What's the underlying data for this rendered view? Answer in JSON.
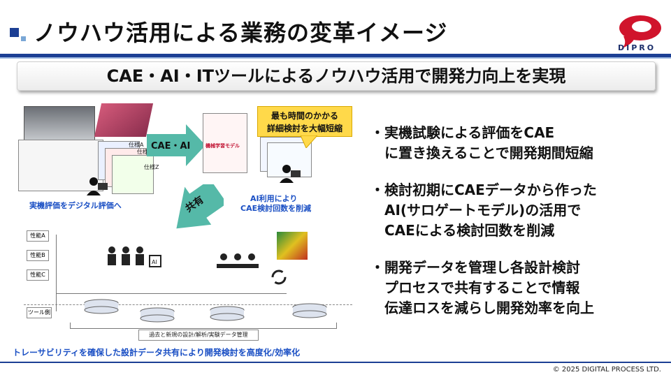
{
  "title": "ノウハウ活用による業務の変革イメージ",
  "logo_text": "DIPRO",
  "banner": "CAE・AI・ITツールによるノウハウ活用で開発力向上を実現",
  "diagram": {
    "arrow_cae_ai": "CAE・AI",
    "arrow_share": "共有",
    "caption_digital": "実機評価をデジタル評価へ",
    "caption_ai_1": "AI利用により",
    "caption_ai_2": "CAE検討回数を削減",
    "callout_1": "最も時間のかかる",
    "callout_2": "詳細検討を大幅短縮",
    "spec_labels": [
      "仕様A",
      "仕様B",
      "仕様Z"
    ],
    "perf_labels": [
      "性能A",
      "性能B",
      "性能C",
      "ツール側"
    ],
    "model_label": "機械学習モデル",
    "bottom_caption": "トレーサビリティを確保した設計データ共有により開発検討を高度化/効率化",
    "db_caption": "過去と新規の設計/解析/実験データ管理"
  },
  "bullets": [
    "・実機試験による評価をCAE\n　に置き換えることで開発期間短縮",
    "・検討初期にCAEデータから作った\n　AI(サロゲートモデル)の活用で\n　CAEによる検討回数を削減",
    "・開発データを管理し各設計検討\n　プロセスで共有することで情報\n　伝達ロスを減らし開発効率を向上"
  ],
  "copyright": "© 2025 DIGITAL PROCESS LTD.",
  "colors": {
    "brand": "#1c3f94",
    "accent_red": "#d0142c",
    "caption_blue": "#1a4fc4",
    "callout_yellow": "#ffd94a",
    "arrow_green": "#49b4a8"
  }
}
